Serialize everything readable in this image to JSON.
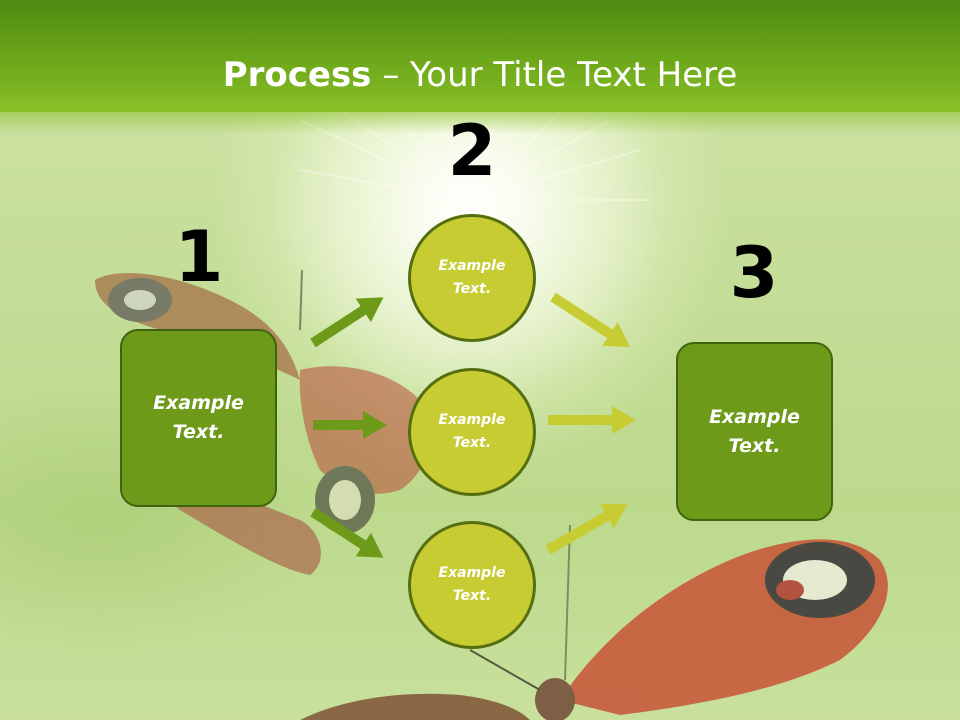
{
  "header": {
    "title_bold": "Process",
    "title_rest": " – Your Title Text Here"
  },
  "steps": {
    "one": "1",
    "two": "2",
    "three": "3"
  },
  "left_box": {
    "label": "Example\nText."
  },
  "circles": [
    {
      "label": "Example\nText."
    },
    {
      "label": "Example\nText."
    },
    {
      "label": "Example\nText."
    }
  ],
  "right_box": {
    "label": "Example\nText."
  },
  "colors": {
    "header": "#6ea81a",
    "box_fill": "#6e9a1a",
    "circle_fill": "#c7cc33",
    "arrow_left": "#6e9a1a",
    "arrow_right": "#c7cc33"
  },
  "background": "blurred green meadow with peacock butterflies"
}
